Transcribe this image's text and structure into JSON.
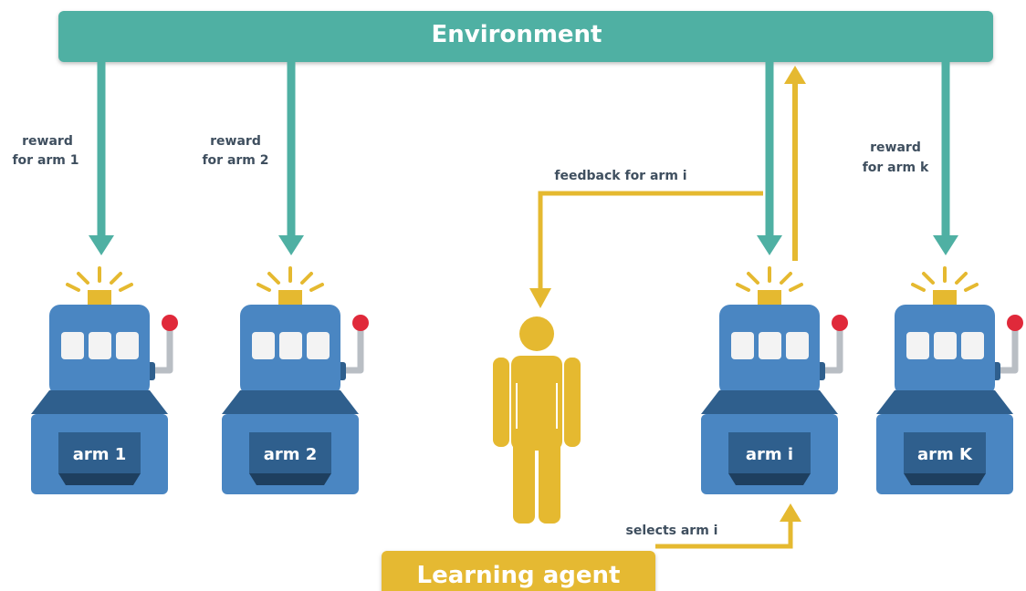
{
  "environment": {
    "title": "Environment"
  },
  "agent": {
    "title": "Learning agent"
  },
  "rewards": [
    {
      "line1": "reward",
      "line2": "for arm 1"
    },
    {
      "line1": "reward",
      "line2": "for arm 2"
    },
    {
      "line1": "reward",
      "line2": "for arm k"
    }
  ],
  "feedback_label": "feedback for arm i",
  "selects_label": "selects arm i",
  "arms": [
    {
      "label": "arm 1"
    },
    {
      "label": "arm 2"
    },
    {
      "label": "arm i"
    },
    {
      "label": "arm K"
    }
  ],
  "colors": {
    "environment": "#4fb0a3",
    "agent": "#e5b930",
    "machine_body": "#4a86c2",
    "machine_dark": "#2f5f8d",
    "lever_knob": "#e0293a"
  }
}
